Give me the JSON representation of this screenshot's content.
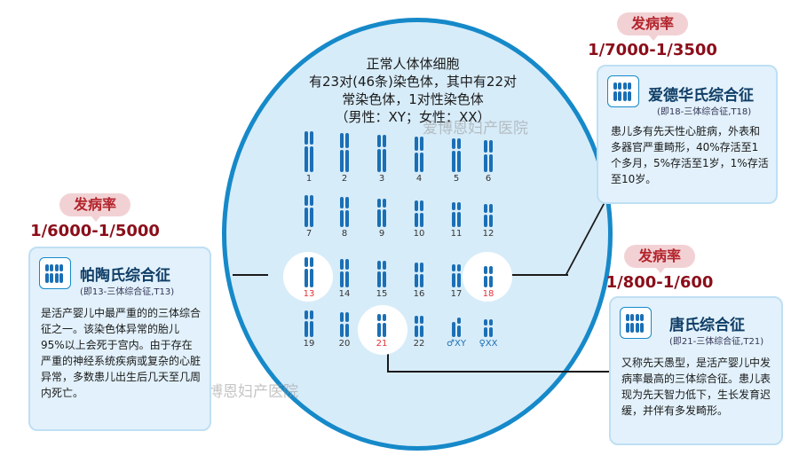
{
  "center": {
    "lines": [
      "正常人体体细胞",
      "有23对(46条)染色体，其中有22对",
      "常染色体，1对性染色体",
      "（男性：XY；女性：XX）"
    ]
  },
  "karyotype": {
    "row1": [
      "1",
      "2",
      "3",
      "4",
      "5",
      "6"
    ],
    "row2": [
      "7",
      "8",
      "9",
      "10",
      "11",
      "12"
    ],
    "row3": [
      "13",
      "14",
      "15",
      "16",
      "17",
      "18"
    ],
    "row4": [
      "19",
      "20",
      "21",
      "22",
      "♂XY",
      "♀XX"
    ],
    "highlighted": [
      "13",
      "18",
      "21"
    ],
    "chromosome_color": "#1b6fb5",
    "highlight_color": "#e0333a"
  },
  "cards": {
    "edwards": {
      "title": "爱德华氏综合征",
      "subtitle": "(即18-三体综合征,T18)",
      "body": "患儿多有先天性心脏病，外表和多器官严重畸形，40%存活至1个多月，5%存活至1岁，1%存活至10岁。"
    },
    "patau": {
      "title": "帕陶氏综合征",
      "subtitle": "(即13-三体综合征,T13)",
      "body": "是活产婴儿中最严重的的三体综合征之一。该染色体异常的胎儿95%以上会死于宫内。由于存在严重的神经系统疾病或复杂的心脏异常，多数患儿出生后几天至几周内死亡。"
    },
    "down": {
      "title": "唐氏综合征",
      "subtitle": "(即21-三体综合征,T21)",
      "body": "又称先天愚型，是活产婴儿中发病率最高的三体综合征。患儿表现为先天智力低下，生长发育迟缓，并伴有多发畸形。"
    }
  },
  "badges": {
    "label": "发病率",
    "edwards_rate": "1/7000-1/3500",
    "patau_rate": "1/6000-1/5000",
    "down_rate": "1/800-1/600"
  },
  "watermark": {
    "text1": "爱博恩妇产医院",
    "text2": "@爱博恩妇产医院"
  },
  "colors": {
    "circle_fill": "#d7ecf9",
    "circle_border": "#1689c9",
    "card_fill": "#e2f1fb",
    "badge_fill": "#f2d1d4",
    "rate_text": "#8b0e1a"
  }
}
